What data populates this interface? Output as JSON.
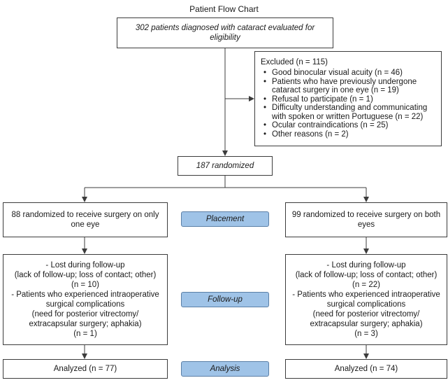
{
  "title": "Patient Flow Chart",
  "top_box": "302 patients diagnosed with cataract evaluated for eligibility",
  "excluded": {
    "heading": "Excluded (n = 115)",
    "items": [
      "Good binocular visual acuity (n = 46)",
      "Patients who have previously undergone cataract surgery in one eye (n = 19)",
      "Refusal to participate (n = 1)",
      "Difficulty understanding and communicating with spoken or written Portuguese (n = 22)",
      "Ocular contraindications (n = 25)",
      "Other reasons (n = 2)"
    ]
  },
  "randomized": "187 randomized",
  "left": {
    "arm": "88 randomized to receive surgery on only one eye",
    "lost_label": "- Lost during follow-up",
    "lost_reasons": "(lack of follow-up; loss of contact; other)",
    "lost_n": "(n = 10)",
    "comp_label": "- Patients who experienced intraoperative surgical complications",
    "comp_reasons": "(need for posterior vitrectomy/ extracapsular surgery; aphakia)",
    "comp_n": "(n = 1)",
    "analyzed": "Analyzed (n = 77)"
  },
  "right": {
    "arm": "99 randomized to receive surgery on both eyes",
    "lost_label": "- Lost during follow-up",
    "lost_reasons": "(lack of follow-up; loss of contact; other)",
    "lost_n": "(n = 22)",
    "comp_label": "- Patients who experienced intraoperative surgical complications",
    "comp_reasons": "(need for posterior vitrectomy/ extracapsular surgery; aphakia)",
    "comp_n": "(n = 3)",
    "analyzed": "Analyzed (n = 74)"
  },
  "stages": {
    "placement": "Placement",
    "followup": "Follow-up",
    "analysis": "Analysis"
  },
  "colors": {
    "stage_fill": "#9fc3e7",
    "stage_border": "#5a7fa6",
    "line": "#3c3c3c"
  }
}
